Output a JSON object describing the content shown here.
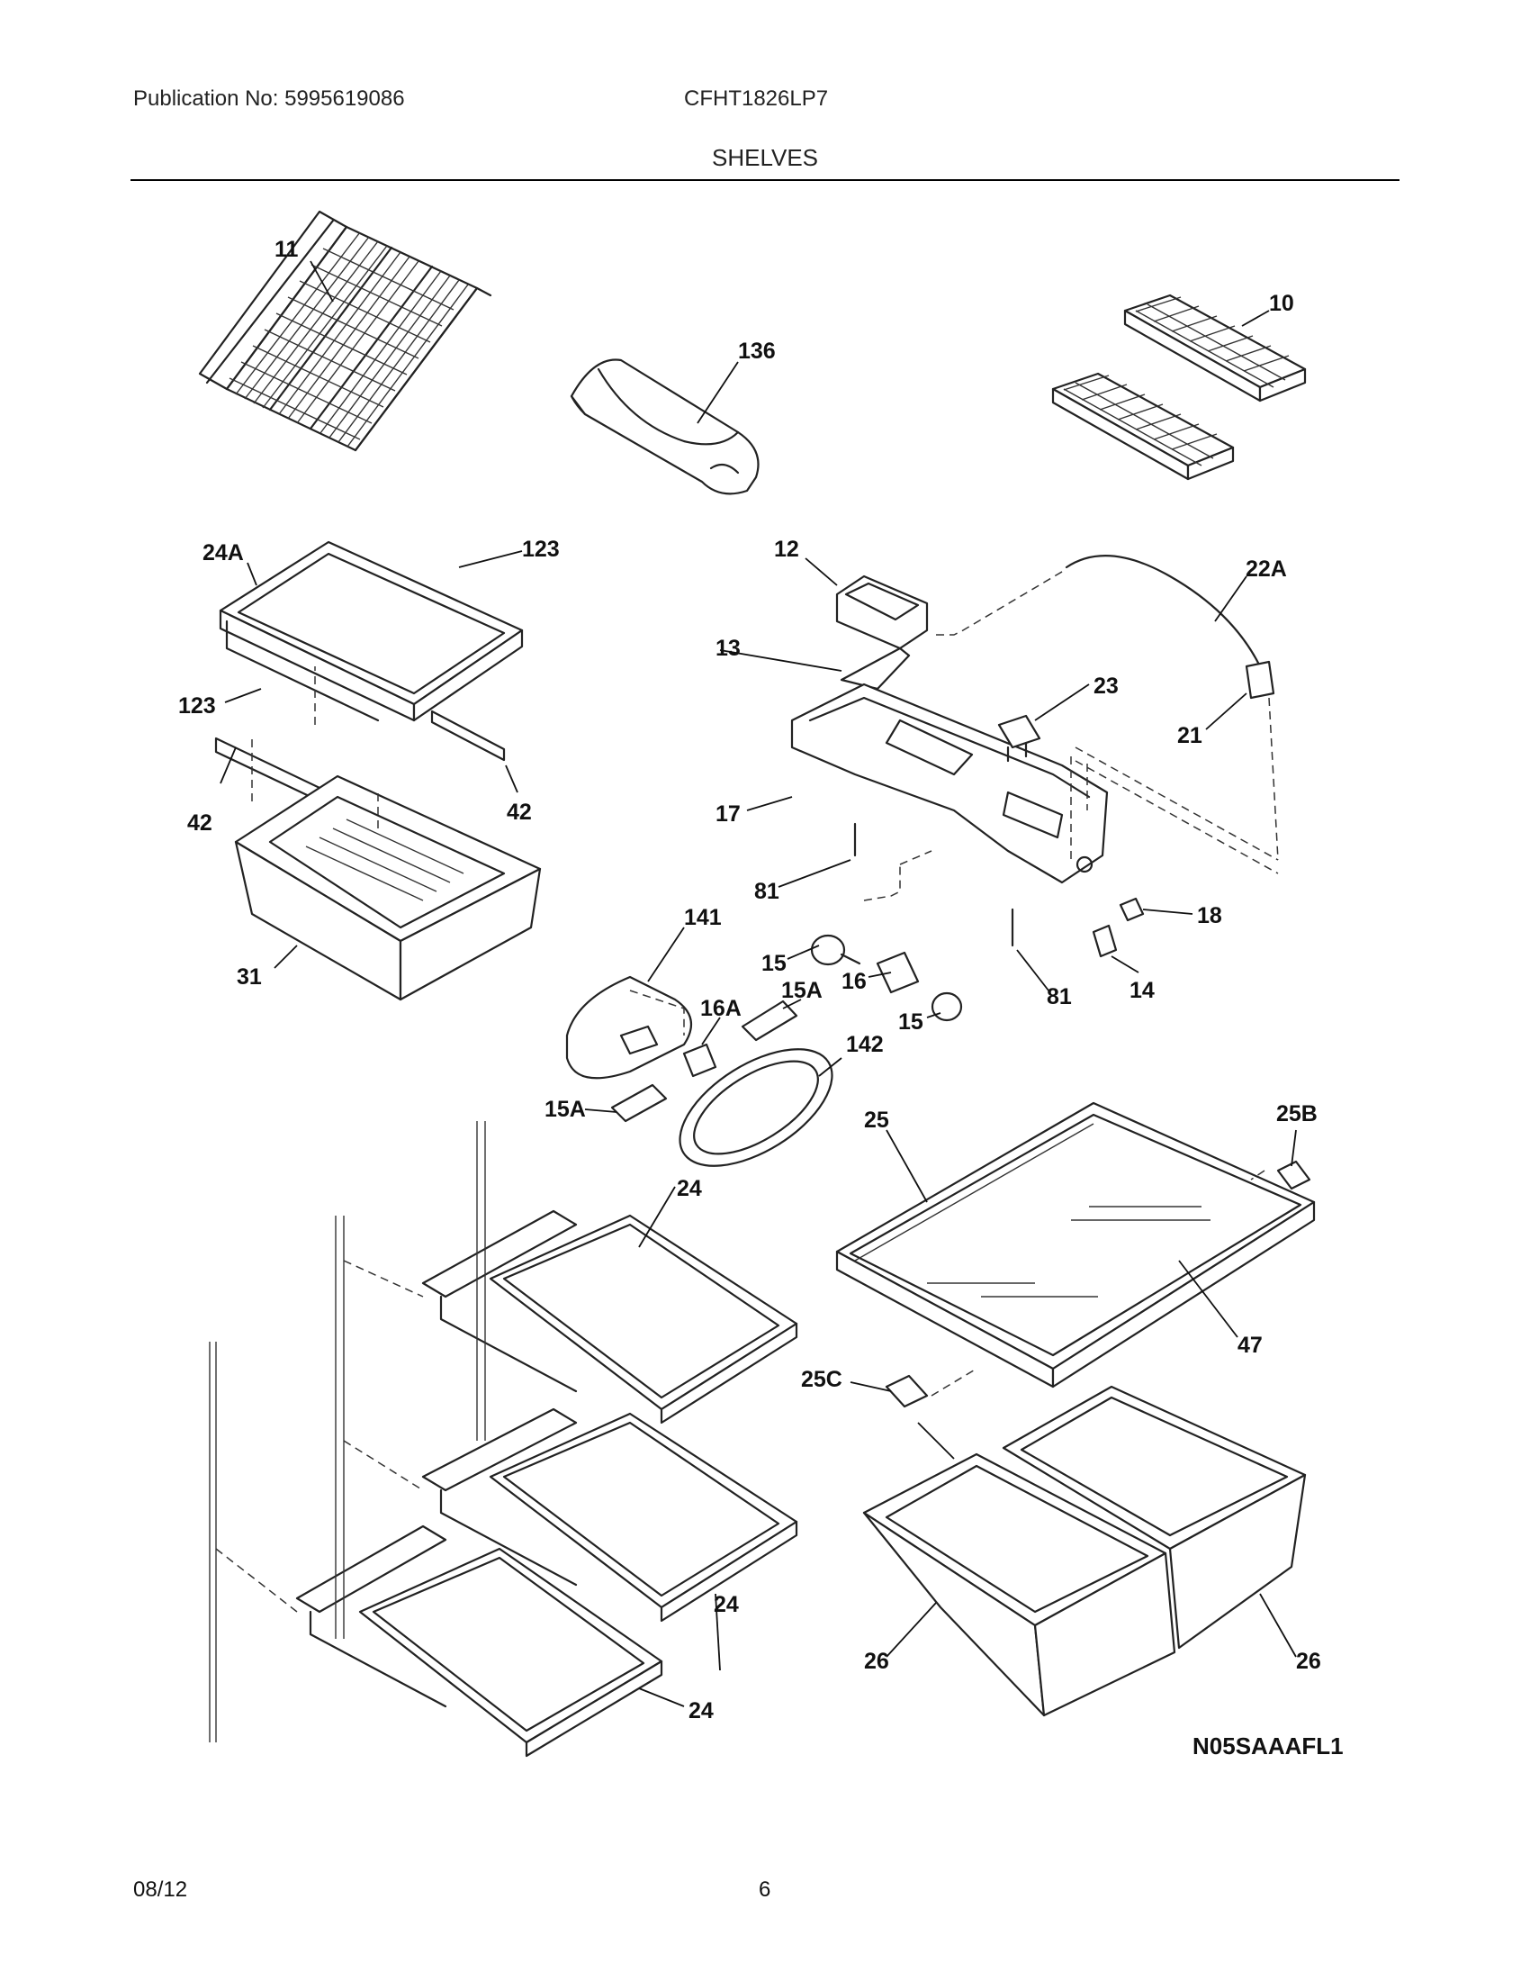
{
  "header": {
    "publication": "Publication No: 5995619086",
    "model": "CFHT1826LP7",
    "section_title": "SHELVES"
  },
  "diagram": {
    "code": "N05SAAAFL1",
    "labels": {
      "p11": "11",
      "p136": "136",
      "p10": "10",
      "p24A": "24A",
      "p123a": "123",
      "p123b": "123",
      "p42a": "42",
      "p42b": "42",
      "p31": "31",
      "p12": "12",
      "p22A": "22A",
      "p13": "13",
      "p23": "23",
      "p21": "21",
      "p17": "17",
      "p81a": "81",
      "p81b": "81",
      "p18": "18",
      "p14": "14",
      "p141": "141",
      "p15a": "15",
      "p15b": "15",
      "p16": "16",
      "p16A": "16A",
      "p15Aa": "15A",
      "p15Ab": "15A",
      "p142": "142",
      "p25": "25",
      "p25B": "25B",
      "p24a": "24",
      "p24b": "24",
      "p24c": "24",
      "p47": "47",
      "p25C": "25C",
      "p26a": "26",
      "p26b": "26"
    }
  },
  "footer": {
    "date": "08/12",
    "page": "6"
  }
}
